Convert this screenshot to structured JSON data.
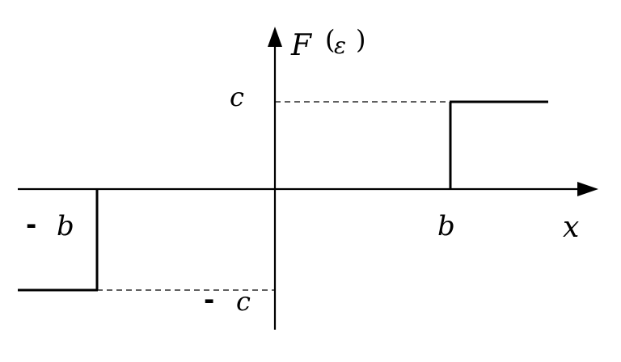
{
  "diagram": {
    "function_label": "F",
    "function_arg": "ε",
    "open_paren": "(",
    "close_paren": ")",
    "x_axis_label": "x",
    "neg_sign": "-",
    "b_label": "b",
    "neg_b_label": "b",
    "c_label": "c",
    "neg_c_label": "c",
    "line_color": "#000000"
  }
}
